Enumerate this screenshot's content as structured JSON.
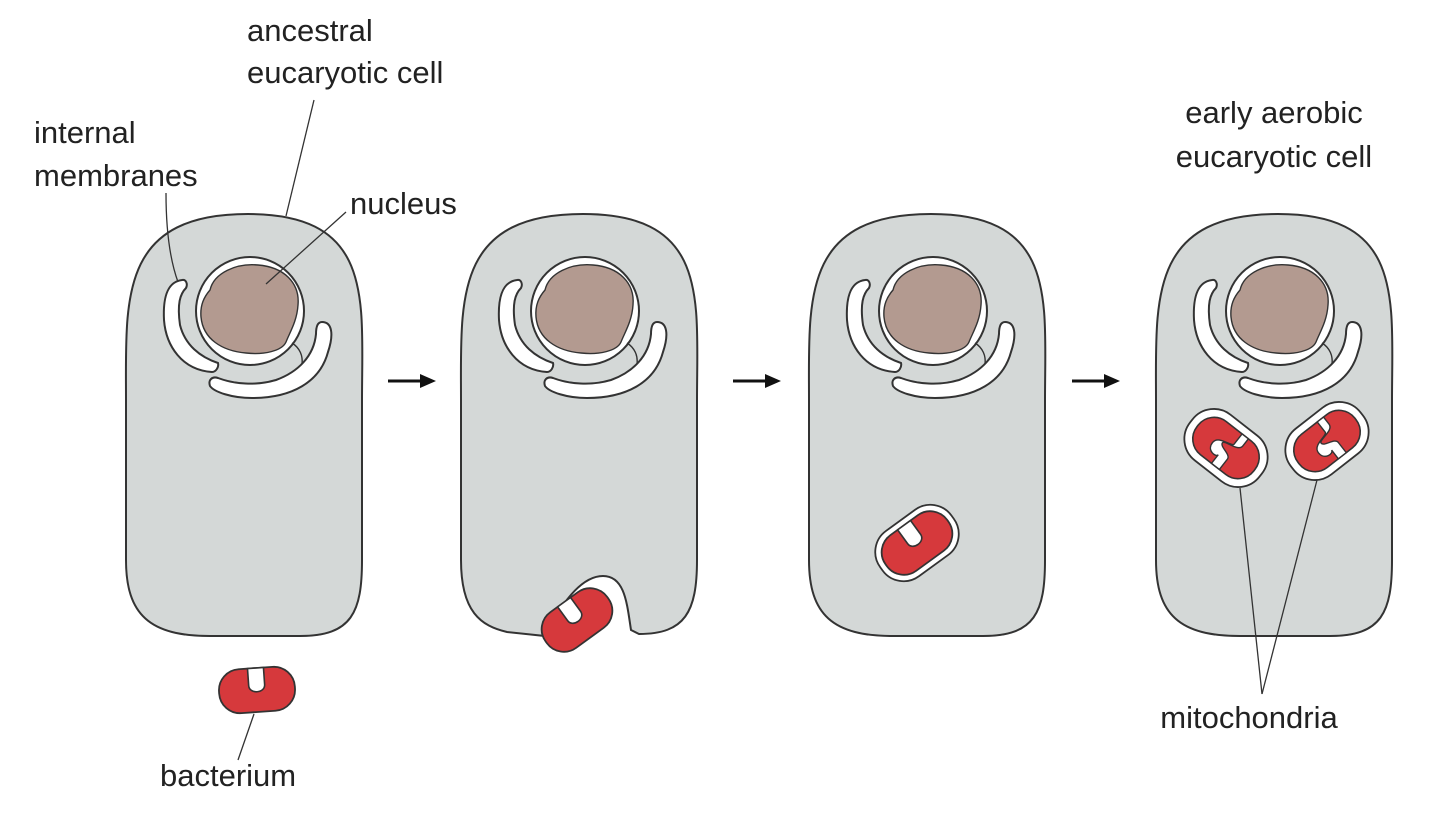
{
  "labels": {
    "ancestral_cell_line1": "ancestral",
    "ancestral_cell_line2": "eucaryotic cell",
    "internal_membranes_line1": "internal",
    "internal_membranes_line2": "membranes",
    "nucleus": "nucleus",
    "bacterium": "bacterium",
    "aerobic_cell_line1": "early aerobic",
    "aerobic_cell_line2": "eucaryotic cell",
    "mitochondria": "mitochondria"
  },
  "colors": {
    "cytoplasm": "#d4d8d7",
    "nucleus": "#b39a90",
    "bacterium": "#d6393c",
    "membrane": "#ffffff",
    "outline": "#333333"
  }
}
